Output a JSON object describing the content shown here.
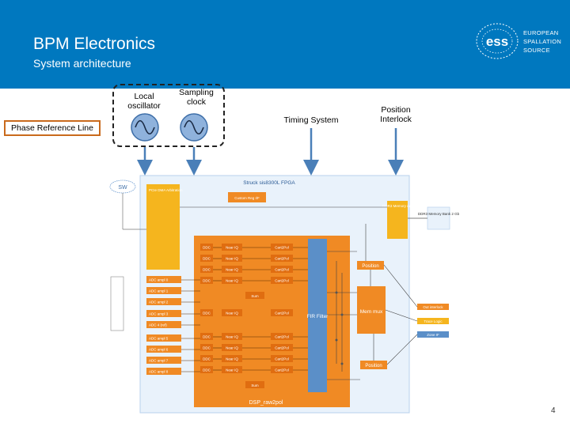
{
  "slide": {
    "title": "BPM Electronics",
    "subtitle": "System architecture",
    "page_number": "4"
  },
  "logo": {
    "mark": "ess",
    "line1": "EUROPEAN",
    "line2": "SPALLATION",
    "line3": "SOURCE"
  },
  "inputs": {
    "local_oscillator": "Local oscillator",
    "sampling_clock": "Sampling clock",
    "phase_reference": "Phase Reference Line",
    "timing_system": "Timing System",
    "position_interlock": "Position Interlock"
  },
  "fpga": {
    "title": "Struck sis8300L FPGA",
    "cloud": "SW",
    "pcie_dma": "PCIe DMA Arbitration",
    "custom_regs": "Custom Reg I/F",
    "ddr_memory_arb": "DDR3 Memory Arb",
    "ddr_memory_bank": "DDR3 Memory Bank 2 Gb",
    "dsp_label": "DSP_raw2pol",
    "fir_filter": "FIR Filter",
    "position_top": "Position",
    "position_bottom": "Position",
    "mem_mux": "Mem mux",
    "adc_labels": [
      "ADC ampl 0",
      "ADC ampl 1",
      "ADC ampl 2",
      "ADC ampl 3",
      "ADC 4 (ref)",
      "ADC ampl 5",
      "ADC ampl 6",
      "ADC ampl 7",
      "ADC ampl 8"
    ],
    "ddc_labels": [
      "DDC",
      "DDC",
      "DDC",
      "DDC",
      "DDC",
      "DDC",
      "DDC",
      "DDC",
      "DDC"
    ],
    "near_iq_labels": [
      "Near IQ",
      "Near IQ",
      "Near IQ",
      "Near IQ",
      "Near IQ",
      "Near IQ",
      "Near IQ",
      "Near IQ",
      "Near IQ"
    ],
    "cart2pol_labels": [
      "Cart2Pol",
      "Cart2Pol",
      "Cart2Pol",
      "Cart2Pol",
      "Cart2Pol",
      "Cart2Pol",
      "Cart2Pol",
      "Cart2Pol",
      "Cart2Pol"
    ],
    "sum_top": "Sum",
    "sum_bottom": "Sum",
    "interlock": "Out interlock",
    "trace_logic": "Trace Logic",
    "zone": "Zone IF"
  },
  "colors": {
    "header_blue": "#0078bf",
    "orange": "#f08a24",
    "orange_dark": "#e06d10",
    "yellow": "#f5b51e",
    "blue_bar": "#5b8fc8",
    "fpga_bg": "#e9f2fb",
    "arrow_blue": "#4a7fb8",
    "osc_fill": "#8fb2dc"
  }
}
